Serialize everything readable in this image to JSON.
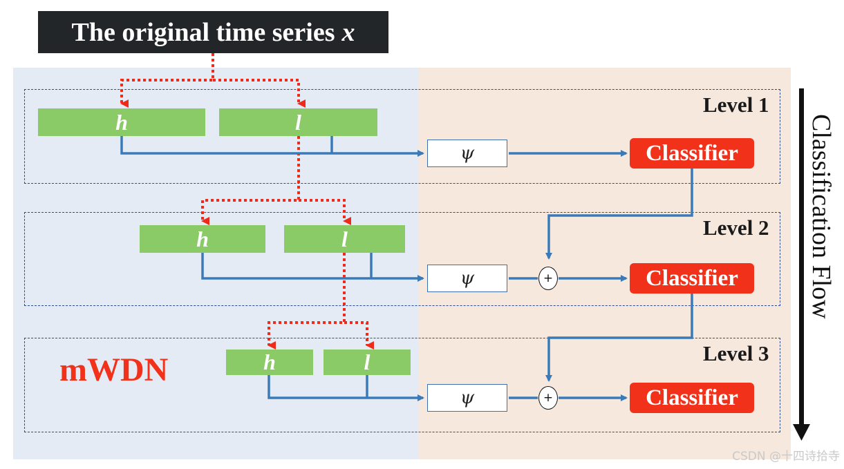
{
  "title": {
    "text": "The original time series",
    "variable": "x"
  },
  "levels": [
    {
      "label": "Level 1",
      "h": "h",
      "l": "l",
      "psi": "ψ",
      "classifier": "Classifier"
    },
    {
      "label": "Level 2",
      "h": "h",
      "l": "l",
      "psi": "ψ",
      "plus": "+",
      "classifier": "Classifier"
    },
    {
      "label": "Level 3",
      "h": "h",
      "l": "l",
      "psi": "ψ",
      "plus": "+",
      "classifier": "Classifier"
    }
  ],
  "model_name": "mWDN",
  "flow_label": "Classification Flow",
  "watermark": "CSDN @十四诗拾寺",
  "colors": {
    "left_panel": "#e4ebf5",
    "right_panel": "#f7e8dd",
    "green_box": "#8acb67",
    "classifier": "#f2311b",
    "blue_arrow": "#3a7ab8",
    "red_dotted": "#ee2a1a",
    "title_bg": "#222629",
    "mwdn_text": "#f2311b"
  },
  "icons": [
    "down-arrow-icon"
  ]
}
